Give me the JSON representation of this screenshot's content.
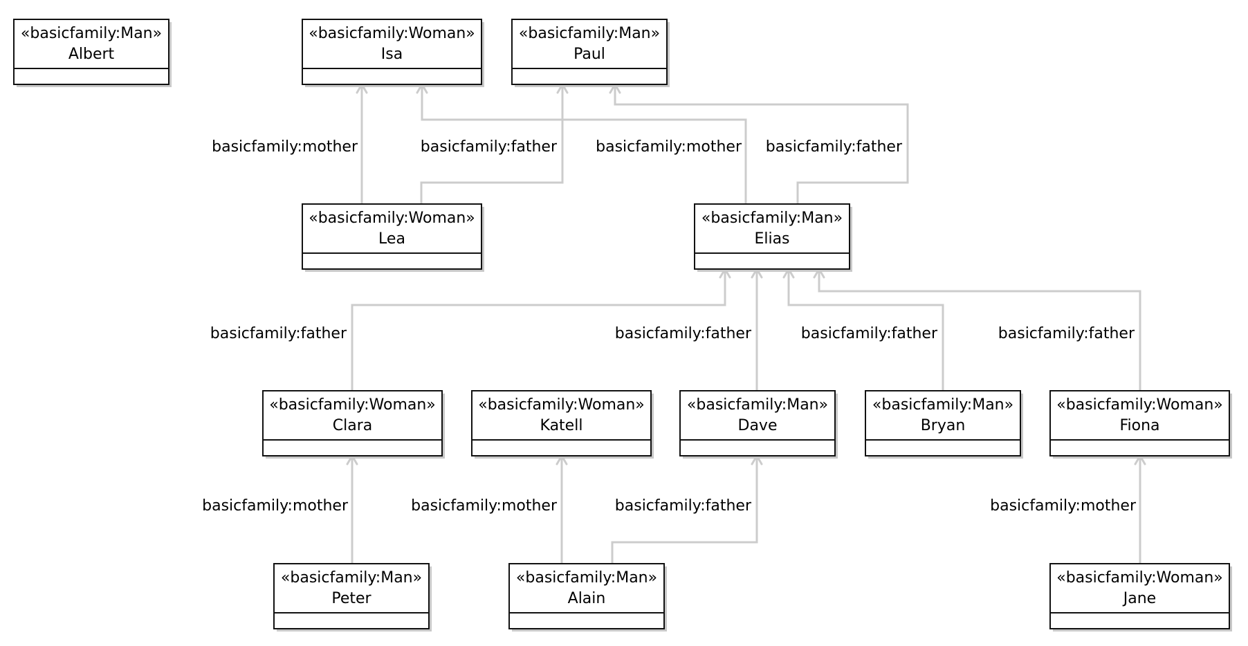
{
  "objects": [
    {
      "id": "albert",
      "stereotype": "«basicfamily:Man»",
      "name": "Albert"
    },
    {
      "id": "isa",
      "stereotype": "«basicfamily:Woman»",
      "name": "Isa"
    },
    {
      "id": "paul",
      "stereotype": "«basicfamily:Man»",
      "name": "Paul"
    },
    {
      "id": "lea",
      "stereotype": "«basicfamily:Woman»",
      "name": "Lea"
    },
    {
      "id": "elias",
      "stereotype": "«basicfamily:Man»",
      "name": "Elias"
    },
    {
      "id": "clara",
      "stereotype": "«basicfamily:Woman»",
      "name": "Clara"
    },
    {
      "id": "katell",
      "stereotype": "«basicfamily:Woman»",
      "name": "Katell"
    },
    {
      "id": "dave",
      "stereotype": "«basicfamily:Man»",
      "name": "Dave"
    },
    {
      "id": "bryan",
      "stereotype": "«basicfamily:Man»",
      "name": "Bryan"
    },
    {
      "id": "fiona",
      "stereotype": "«basicfamily:Woman»",
      "name": "Fiona"
    },
    {
      "id": "peter",
      "stereotype": "«basicfamily:Man»",
      "name": "Peter"
    },
    {
      "id": "alain",
      "stereotype": "«basicfamily:Man»",
      "name": "Alain"
    },
    {
      "id": "jane",
      "stereotype": "«basicfamily:Woman»",
      "name": "Jane"
    }
  ],
  "relations": [
    {
      "from": "lea",
      "to": "isa",
      "label": "basicfamily:mother"
    },
    {
      "from": "lea",
      "to": "paul",
      "label": "basicfamily:father"
    },
    {
      "from": "elias",
      "to": "isa",
      "label": "basicfamily:mother"
    },
    {
      "from": "elias",
      "to": "paul",
      "label": "basicfamily:father"
    },
    {
      "from": "clara",
      "to": "elias",
      "label": "basicfamily:father"
    },
    {
      "from": "dave",
      "to": "elias",
      "label": "basicfamily:father"
    },
    {
      "from": "bryan",
      "to": "elias",
      "label": "basicfamily:father"
    },
    {
      "from": "fiona",
      "to": "elias",
      "label": "basicfamily:father"
    },
    {
      "from": "peter",
      "to": "clara",
      "label": "basicfamily:mother"
    },
    {
      "from": "alain",
      "to": "katell",
      "label": "basicfamily:mother"
    },
    {
      "from": "alain",
      "to": "dave",
      "label": "basicfamily:father"
    },
    {
      "from": "jane",
      "to": "fiona",
      "label": "basicfamily:mother"
    }
  ],
  "colors": {
    "edge": "#cccccc",
    "border": "#111111",
    "shadow": "#c8c8c8"
  }
}
